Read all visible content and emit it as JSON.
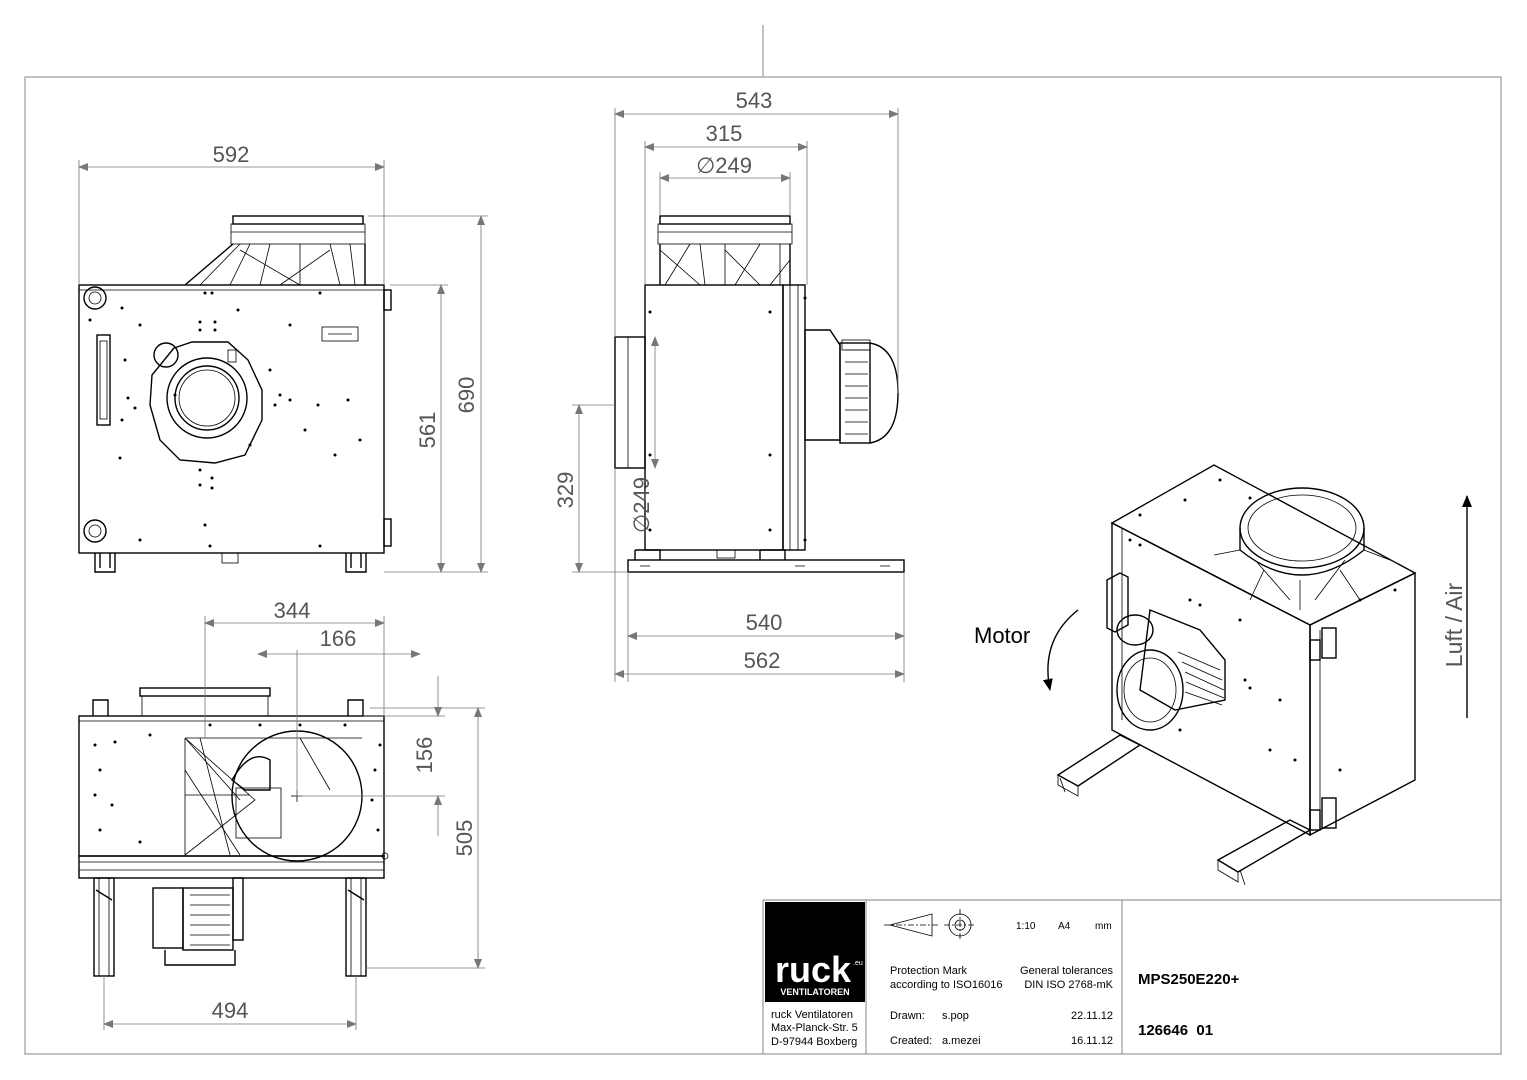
{
  "drawing": {
    "dimensions": {
      "front_width": "592",
      "front_height_total": "690",
      "front_height_box": "561",
      "side_width_total": "543",
      "side_inner": "315",
      "side_diameter_top": "∅249",
      "side_outlet_height": "329",
      "side_diameter_outlet": "∅249",
      "side_base_1": "540",
      "side_base_2": "562",
      "bottom_offset_1": "344",
      "bottom_offset_2": "166",
      "bottom_v_1": "156",
      "bottom_v_2": "505",
      "bottom_feet": "494"
    },
    "iso_labels": {
      "motor": "Motor",
      "air": "Luft / Air"
    }
  },
  "title_block": {
    "logo_text": "ruck",
    "logo_superscript": ".eu",
    "logo_sub": "VENTILATOREN",
    "company_name": "ruck Ventilatoren",
    "address_street": "Max-Planck-Str. 5",
    "address_city": "D-97944 Boxberg",
    "scale": "1:10",
    "paper": "A4",
    "unit": "mm",
    "protection_mark_1": "Protection Mark",
    "protection_mark_2": "according to ISO16016",
    "tolerances_1": "General tolerances",
    "tolerances_2": "DIN ISO 2768-mK",
    "model": "MPS250E220+",
    "drawn_label": "Drawn:",
    "drawn_by": "s.pop",
    "drawn_date": "22.11.12",
    "created_label": "Created:",
    "created_by": "a.mezei",
    "created_date": "16.11.12",
    "drawing_number": "126646  01"
  }
}
